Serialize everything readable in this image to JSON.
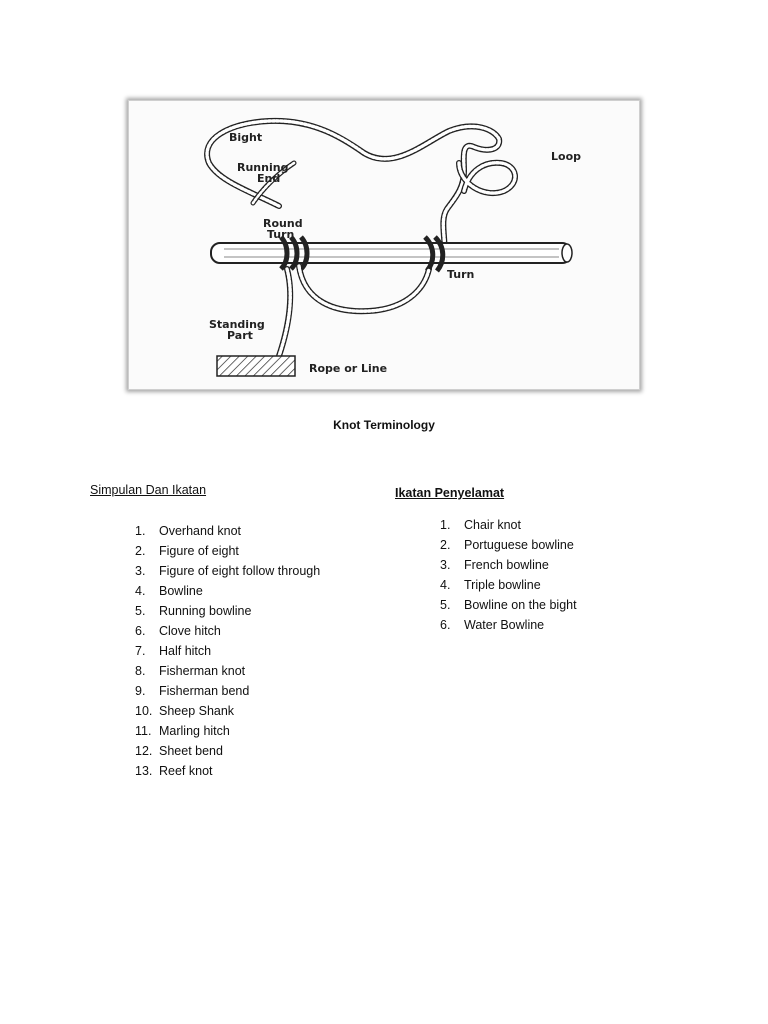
{
  "figure": {
    "labels": {
      "bight": "Bight",
      "running_end_1": "Running",
      "running_end_2": "End",
      "loop": "Loop",
      "round_turn_1": "Round",
      "round_turn_2": "Turn",
      "turn": "Turn",
      "standing_part_1": "Standing",
      "standing_part_2": "Part",
      "rope_or_line": "Rope or Line"
    }
  },
  "caption": "Knot Terminology",
  "left_list": {
    "heading": "Simpulan Dan Ikatan",
    "items": [
      {
        "num": "1.",
        "label": "Overhand knot"
      },
      {
        "num": "2.",
        "label": "Figure of eight"
      },
      {
        "num": "3.",
        "label": "Figure of eight follow through"
      },
      {
        "num": "4.",
        "label": "Bowline"
      },
      {
        "num": "5.",
        "label": "Running bowline"
      },
      {
        "num": "6.",
        "label": "Clove hitch"
      },
      {
        "num": "7.",
        "label": "Half hitch"
      },
      {
        "num": "8.",
        "label": "Fisherman knot"
      },
      {
        "num": "9.",
        "label": "Fisherman bend"
      },
      {
        "num": "10.",
        "label": "Sheep Shank"
      },
      {
        "num": "11.",
        "label": "Marling hitch"
      },
      {
        "num": "12.",
        "label": "Sheet bend"
      },
      {
        "num": "13.",
        "label": "Reef knot"
      }
    ]
  },
  "right_list": {
    "heading": "Ikatan Penyelamat",
    "items": [
      {
        "num": "1.",
        "label": "Chair knot"
      },
      {
        "num": "2.",
        "label": "Portuguese bowline"
      },
      {
        "num": "3.",
        "label": "French bowline"
      },
      {
        "num": "4.",
        "label": "Triple bowline"
      },
      {
        "num": "5.",
        "label": "Bowline on the bight"
      },
      {
        "num": "6.",
        "label": "Water Bowline"
      }
    ]
  }
}
